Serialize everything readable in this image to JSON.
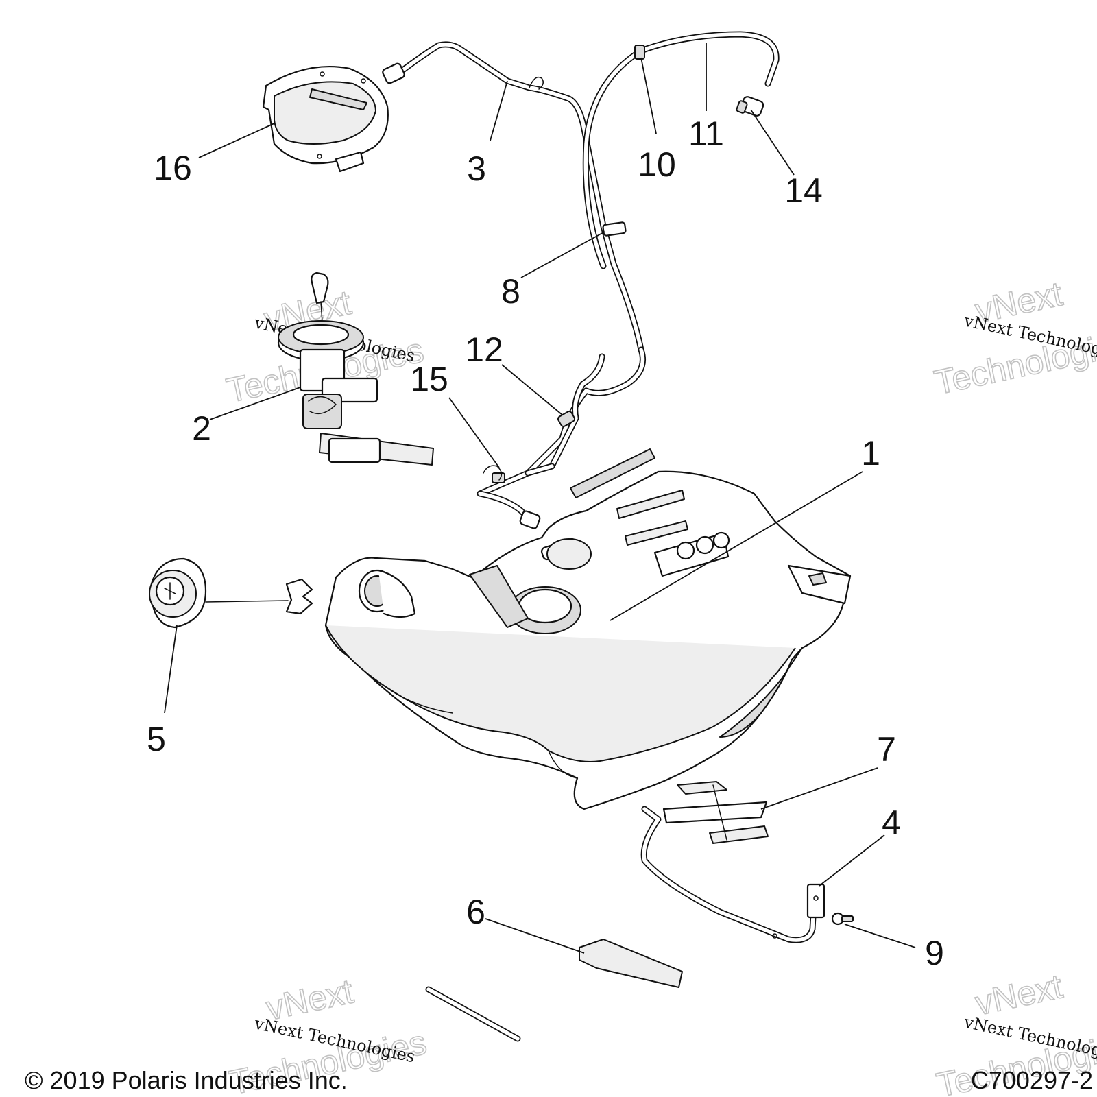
{
  "callouts": [
    {
      "id": "1",
      "text": "1"
    },
    {
      "id": "2",
      "text": "2"
    },
    {
      "id": "3",
      "text": "3"
    },
    {
      "id": "4",
      "text": "4"
    },
    {
      "id": "5",
      "text": "5"
    },
    {
      "id": "6",
      "text": "6"
    },
    {
      "id": "7",
      "text": "7"
    },
    {
      "id": "8",
      "text": "8"
    },
    {
      "id": "9",
      "text": "9"
    },
    {
      "id": "10",
      "text": "10"
    },
    {
      "id": "11",
      "text": "11"
    },
    {
      "id": "12",
      "text": "12"
    },
    {
      "id": "14",
      "text": "14"
    },
    {
      "id": "15",
      "text": "15"
    },
    {
      "id": "16",
      "text": "16"
    }
  ],
  "footer": {
    "copyright": "© 2019 Polaris Industries Inc.",
    "figure_id": "C700297-2"
  },
  "watermark": {
    "line_serif": "vNext Technologies",
    "line_big_1": "vNext",
    "line_big_2": "Technologies"
  }
}
